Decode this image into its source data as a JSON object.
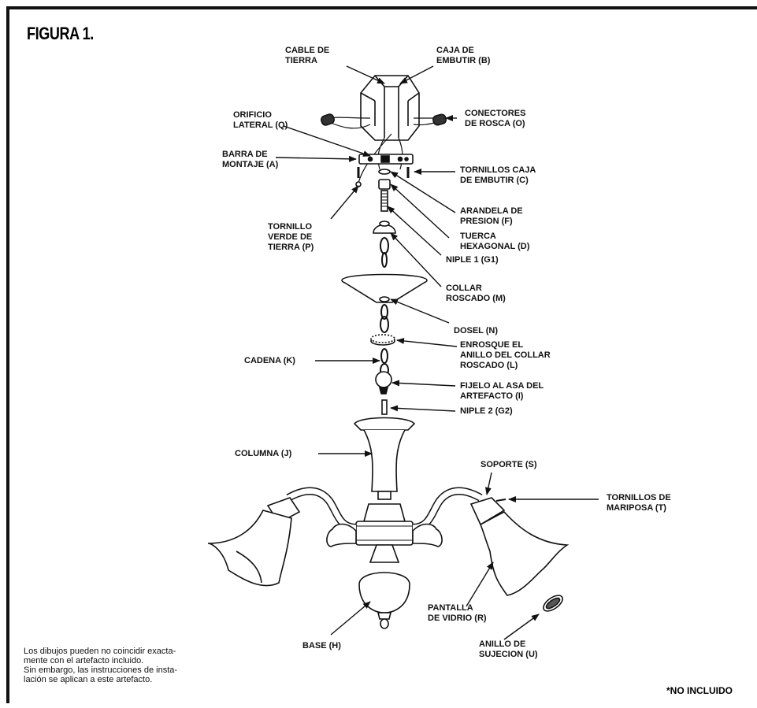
{
  "figure": {
    "title": "FIGURA 1.",
    "labels": {
      "cable_tierra": "CABLE DE\nTIERRA",
      "caja_embutir": "CAJA DE\nEMBUTIR (B)",
      "orificio_lateral": "ORIFICIO\nLATERAL (Q)",
      "conectores": "CONECTORES\nDE ROSCA (O)",
      "barra_montaje": "BARRA DE\nMONTAJE (A)",
      "tornillos_caja": "TORNILLOS CAJA\nDE EMBUTIR (C)",
      "arandela": "ARANDELA DE\nPRESION (F)",
      "tornillo_verde": "TORNILLO\nVERDE DE\nTIERRA (P)",
      "tuerca": "TUERCA\nHEXAGONAL (D)",
      "niple1": "NIPLE 1 (G1)",
      "collar": "COLLAR\nROSCADO (M)",
      "dosel": "DOSEL (N)",
      "enrosque": "ENROSQUE EL\nANILLO DEL COLLAR\nROSCADO (L)",
      "cadena": "CADENA (K)",
      "fijelo": "FIJELO AL ASA DEL\nARTEFACTO (I)",
      "niple2": "NIPLE 2 (G2)",
      "columna": "COLUMNA (J)",
      "soporte": "SOPORTE (S)",
      "tornillos_mariposa": "TORNILLOS DE\nMARIPOSA (T)",
      "pantalla": "PANTALLA\nDE VIDRIO (R)",
      "base": "BASE (H)",
      "anillo_sujecion": "ANILLO DE\nSUJECION (U)"
    },
    "note": "Los dibujos pueden no coincidir exacta-\nmente con el artefacto incluido.\nSin embargo, las instrucciones de insta-\nlación se aplican a este artefacto.",
    "footnote": "*NO INCLUIDO"
  }
}
